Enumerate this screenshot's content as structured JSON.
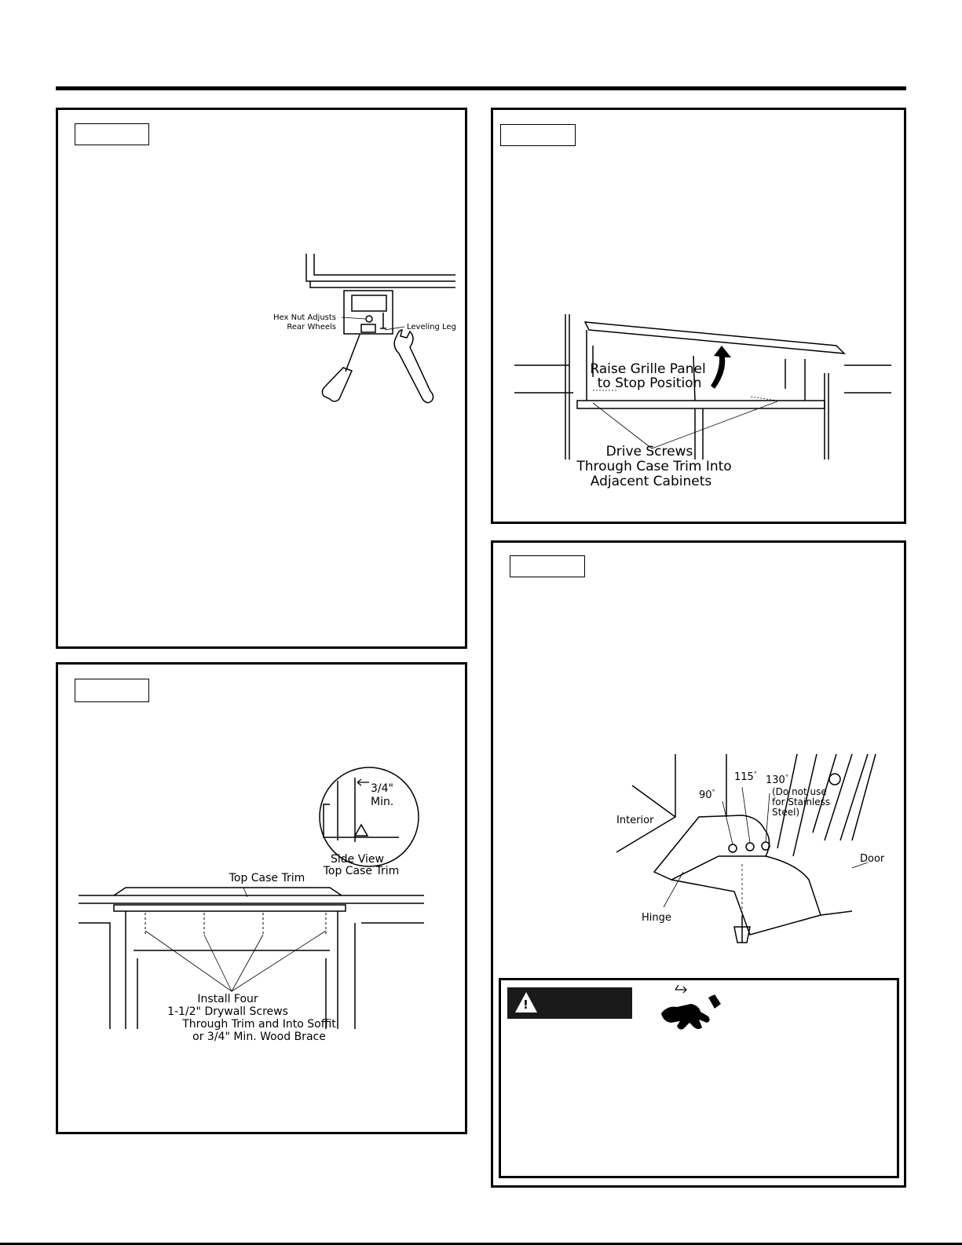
{
  "figure_left": {
    "hex_nut_label_1": "Hex Nut Adjusts",
    "hex_nut_label_2": "Rear Wheels",
    "leveling_leg_label": "Leveling Leg"
  },
  "figure_grille": {
    "raise_label_1": "Raise Grille Panel",
    "raise_label_2": "to Stop Position",
    "drive_label_1": "Drive Screws",
    "drive_label_2": "Through Case Trim Into",
    "drive_label_3": "Adjacent Cabinets"
  },
  "figure_trim": {
    "dim_label_1": "3/4\"",
    "dim_label_2": "Min.",
    "side_view_1": "Side View",
    "side_view_2": "Top Case Trim",
    "top_case_trim": "Top Case Trim",
    "install_1": "Install Four",
    "install_2": "1-1/2\" Drywall Screws",
    "install_3": "Through Trim and Into Soffit",
    "install_4": "or 3/4\" Min. Wood Brace"
  },
  "figure_hinge": {
    "angle_90": "90",
    "angle_115": "115",
    "angle_130": "130",
    "note_1": "(Do not use",
    "note_2": "for Stainless",
    "note_3": "Steel)",
    "interior": "Interior",
    "door": "Door",
    "hinge": "Hinge",
    "degree": "°"
  },
  "warning": {
    "icon": "warning-triangle-icon",
    "hand_icon": "pinch-hand-icon"
  }
}
